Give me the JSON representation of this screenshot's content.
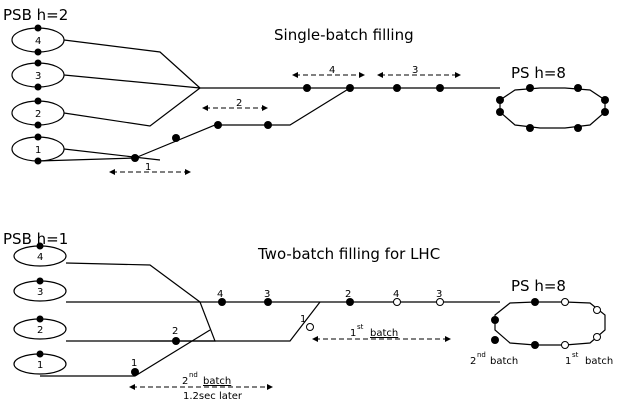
{
  "top": {
    "psb_label": "PSB h=2",
    "title": "Single-batch filling",
    "ps_label": "PS h=8",
    "rings": [
      "4",
      "3",
      "2",
      "1"
    ],
    "batch_labels": [
      "4",
      "3",
      "2",
      "1"
    ]
  },
  "bottom": {
    "psb_label": "PSB h=1",
    "title": "Two-batch filling for LHC",
    "ps_label": "PS h=8",
    "rings": [
      "4",
      "3",
      "2",
      "1"
    ],
    "bunch_labels": [
      "4",
      "3",
      "2",
      "1",
      "2",
      "4",
      "3",
      "1"
    ],
    "first_batch": {
      "base": "1",
      "sup": "st",
      "word": "batch"
    },
    "second_batch": {
      "base": "2",
      "sup": "nd",
      "word": "batch",
      "line2": "1.2sec later"
    },
    "ring_first": {
      "base": "1",
      "sup": "st",
      "word": "batch"
    },
    "ring_second": {
      "base": "2",
      "sup": "nd",
      "word": "batch"
    }
  }
}
